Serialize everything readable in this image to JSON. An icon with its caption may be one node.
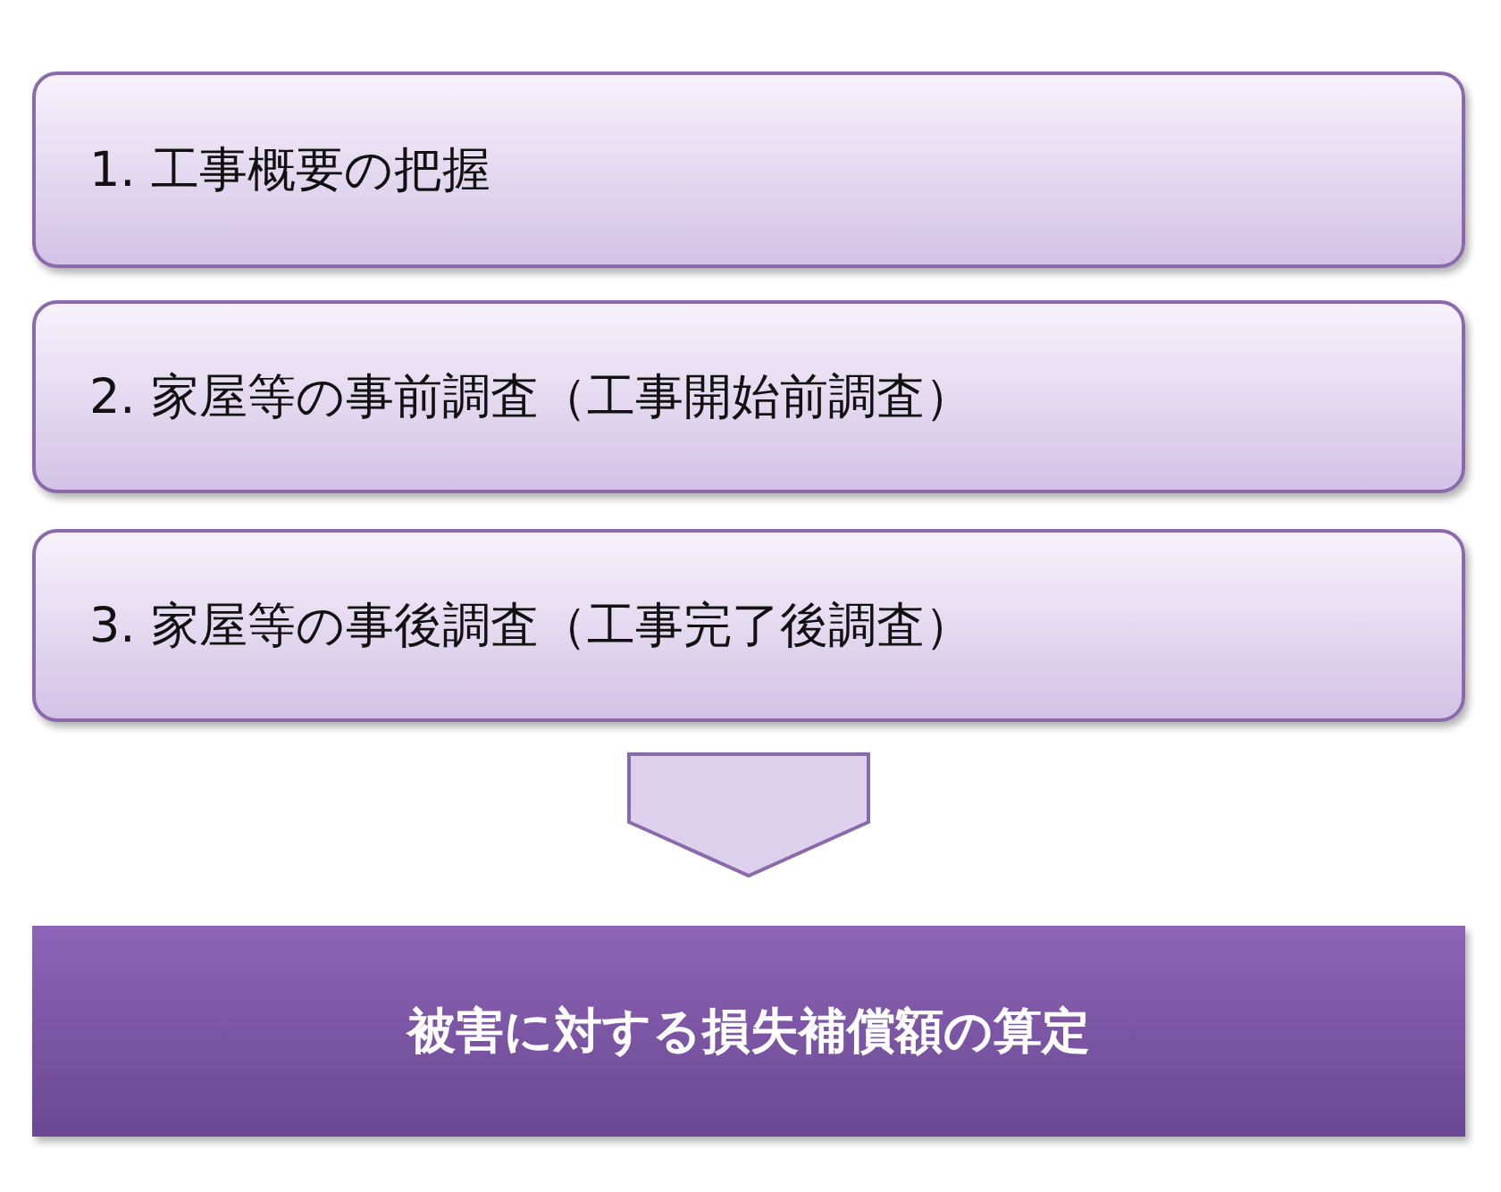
{
  "diagram": {
    "nodes": [
      {
        "text": [
          "1. 工事概要の把握"
        ]
      },
      {
        "text": [
          "2. 家屋等の事前調査（工事開始前調査）"
        ]
      },
      {
        "text": [
          "3. 家屋等の事後調査（工事完了後調査）"
        ]
      },
      {
        "text": [
          "被害に対する損失補償額の算定"
        ]
      }
    ],
    "edges": [
      {
        "from": 2,
        "to": 3,
        "arrow": "to"
      }
    ]
  }
}
